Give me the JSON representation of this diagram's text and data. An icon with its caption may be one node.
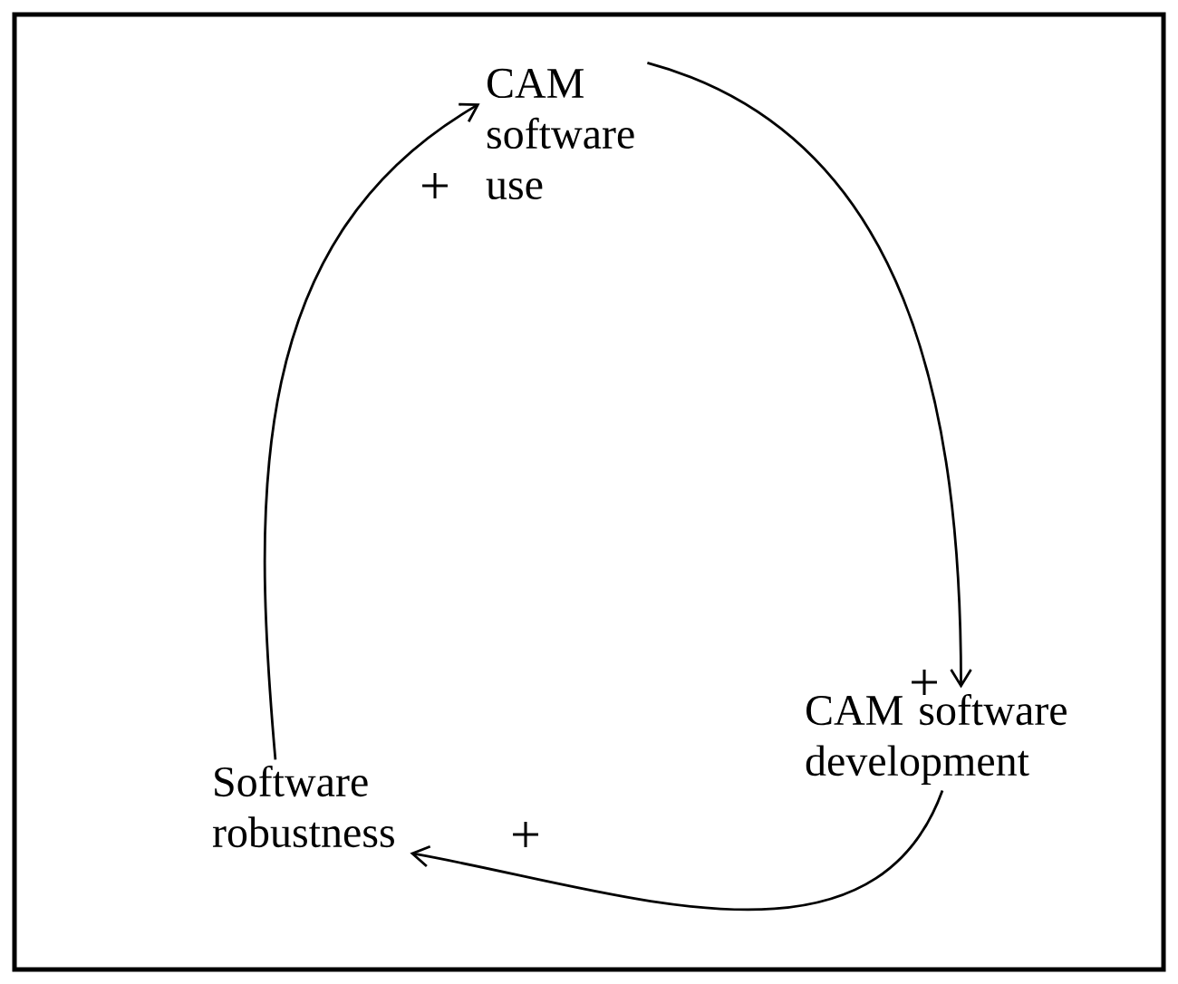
{
  "diagram": {
    "nodes": [
      {
        "text": [
          "CAM software use"
        ]
      },
      {
        "text": [
          "CAM software development"
        ]
      },
      {
        "text": [
          "Software robustness"
        ]
      }
    ],
    "edges": [
      {
        "from": 0,
        "to": 1,
        "arrow": "to",
        "label": "+"
      },
      {
        "from": 1,
        "to": 2,
        "arrow": "to",
        "label": "+"
      },
      {
        "from": 2,
        "to": 0,
        "arrow": "to",
        "label": "+"
      }
    ]
  }
}
